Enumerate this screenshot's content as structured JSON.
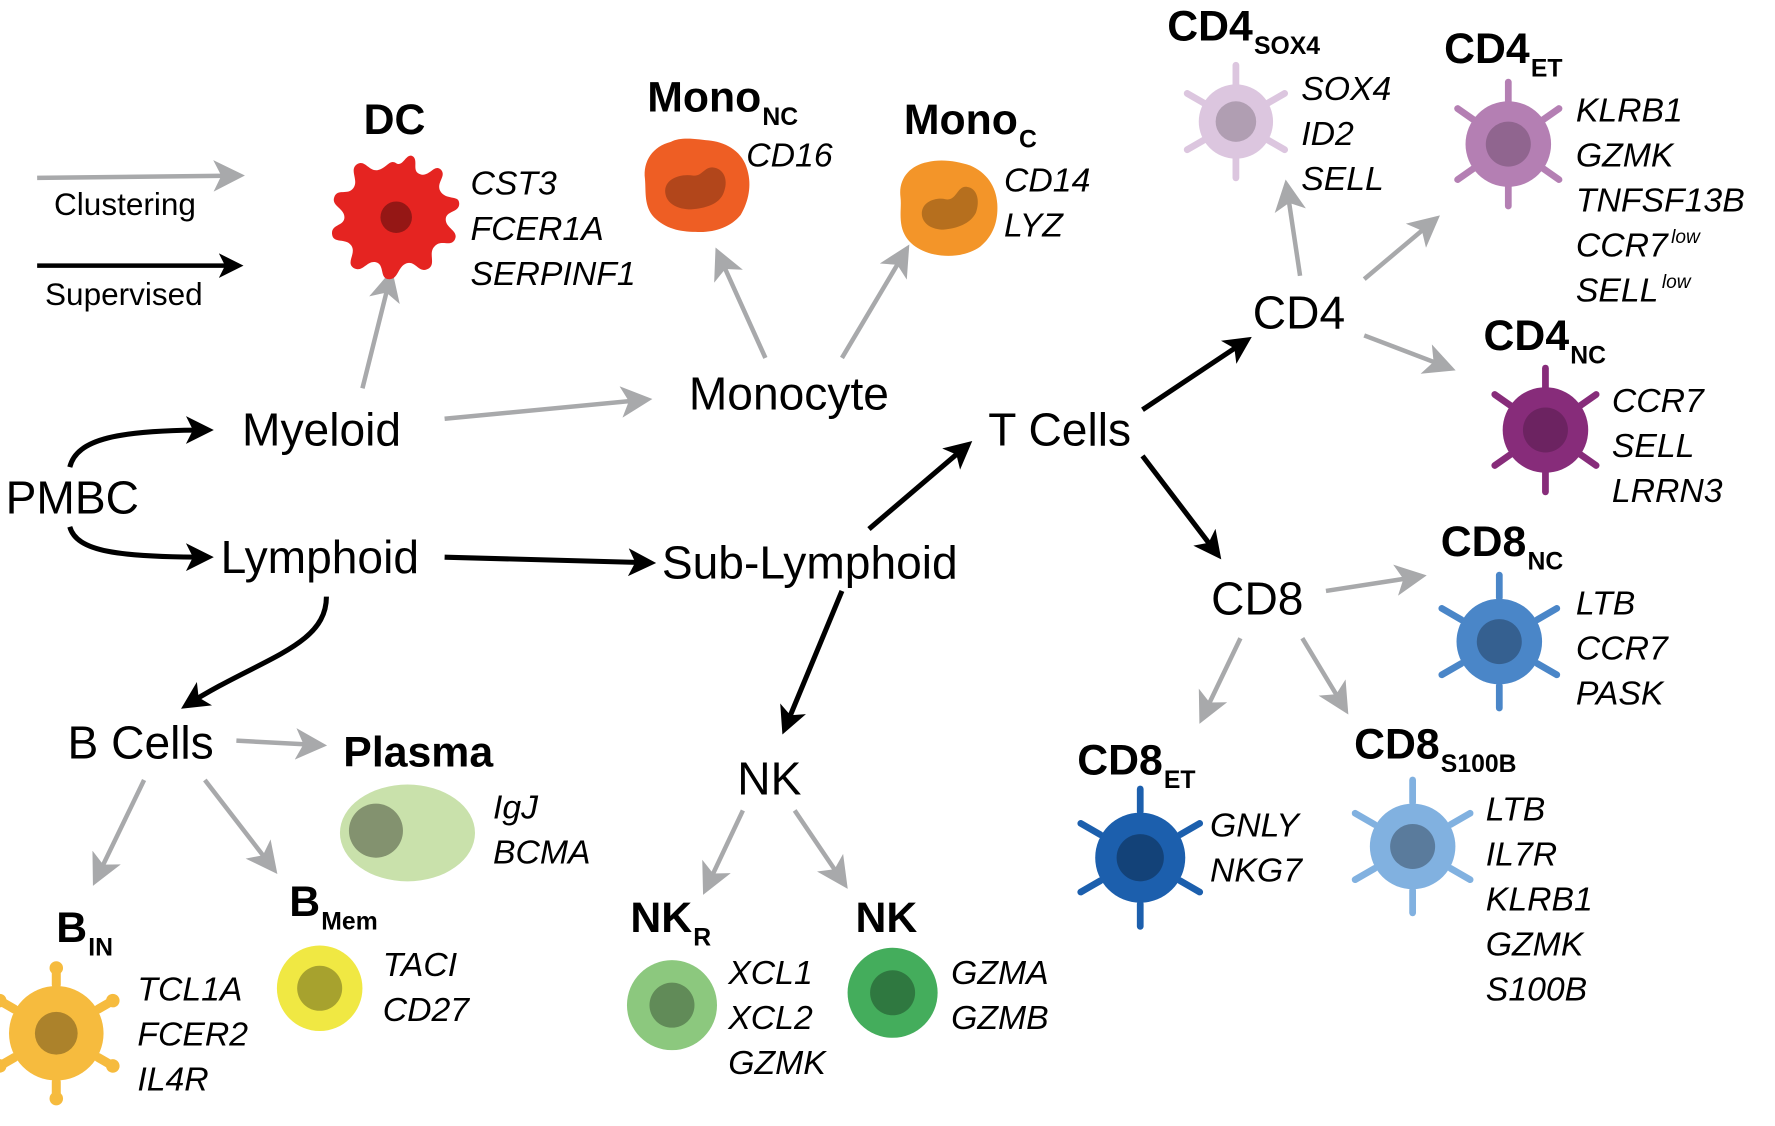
{
  "legend": {
    "clustering": "Clustering",
    "supervised": "Supervised"
  },
  "nodes": {
    "pmbc": "PMBC",
    "myeloid": "Myeloid",
    "lymphoid": "Lymphoid",
    "monocyte": "Monocyte",
    "sub_lymphoid": "Sub-Lymphoid",
    "t_cells": "T Cells",
    "cd4": "CD4",
    "cd8": "CD8",
    "nk": "NK",
    "b_cells": "B Cells"
  },
  "cells": {
    "dc": {
      "title": "DC",
      "sub": "",
      "genes": [
        "CST3",
        "FCER1A",
        "SERPINF1"
      ],
      "color": "#e52421"
    },
    "mono_nc": {
      "title": "Mono",
      "sub": "NC",
      "genes": [
        "CD16"
      ],
      "color": "#ee5e24"
    },
    "mono_c": {
      "title": "Mono",
      "sub": "C",
      "genes": [
        "CD14",
        "LYZ"
      ],
      "color": "#f39529"
    },
    "cd4_sox4": {
      "title": "CD4",
      "sub": "SOX4",
      "genes": [
        "SOX4",
        "ID2",
        "SELL"
      ],
      "color": "#dcc6df"
    },
    "cd4_et": {
      "title": "CD4",
      "sub": "ET",
      "genes": [
        "KLRB1",
        "GZMK",
        "TNFSF13B"
      ],
      "genes_low": [
        "CCR7",
        "SELL"
      ],
      "low_label": "low",
      "color": "#b47fb3"
    },
    "cd4_nc": {
      "title": "CD4",
      "sub": "NC",
      "genes": [
        "CCR7",
        "SELL",
        "LRRN3"
      ],
      "color": "#872c7a"
    },
    "cd8_nc": {
      "title": "CD8",
      "sub": "NC",
      "genes": [
        "LTB",
        "CCR7",
        "PASK"
      ],
      "color": "#4a86c8"
    },
    "cd8_et": {
      "title": "CD8",
      "sub": "ET",
      "genes": [
        "GNLY",
        "NKG7"
      ],
      "color": "#1c5fad"
    },
    "cd8_s100b": {
      "title": "CD8",
      "sub": "S100B",
      "genes": [
        "LTB",
        "IL7R",
        "KLRB1",
        "GZMK",
        "S100B"
      ],
      "color": "#81b1e0"
    },
    "plasma": {
      "title": "Plasma",
      "sub": "",
      "genes": [
        "IgJ",
        "BCMA"
      ],
      "color": "#c9e1ab"
    },
    "b_in": {
      "title": "B",
      "sub": "IN",
      "genes": [
        "TCL1A",
        "FCER2",
        "IL4R"
      ],
      "color": "#f6bb3e"
    },
    "b_mem": {
      "title": "B",
      "sub": "Mem",
      "genes": [
        "TACI",
        "CD27"
      ],
      "color": "#f0e843"
    },
    "nk_r": {
      "title": "NK",
      "sub": "R",
      "genes": [
        "XCL1",
        "XCL2",
        "GZMK"
      ],
      "color": "#8cc87e"
    },
    "nk": {
      "title": "NK",
      "sub": "",
      "genes": [
        "GZMA",
        "GZMB"
      ],
      "color": "#44ad5c"
    }
  }
}
